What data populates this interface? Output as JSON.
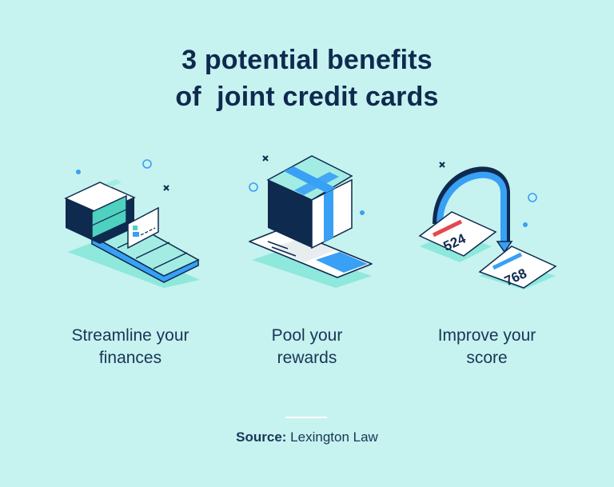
{
  "title": {
    "line1": "3 potential benefits",
    "line2": "of  joint credit cards"
  },
  "benefits": [
    {
      "icon": "conveyor-credit-card-icon",
      "line1": "Streamline your",
      "line2": "finances"
    },
    {
      "icon": "gift-box-on-card-icon",
      "line1": "Pool your",
      "line2": "rewards"
    },
    {
      "icon": "credit-score-arrow-icon",
      "line1": "Improve your",
      "line2": "score",
      "score_before": "524",
      "score_after": "768"
    }
  ],
  "source": {
    "label": "Source:",
    "value": " Lexington Law"
  },
  "colors": {
    "background": "#c6f2ef",
    "navy": "#0f2a4f",
    "blue": "#38a0f5",
    "teal": "#4fd1c0",
    "light_teal": "#a3ece4",
    "red": "#e5484d"
  }
}
